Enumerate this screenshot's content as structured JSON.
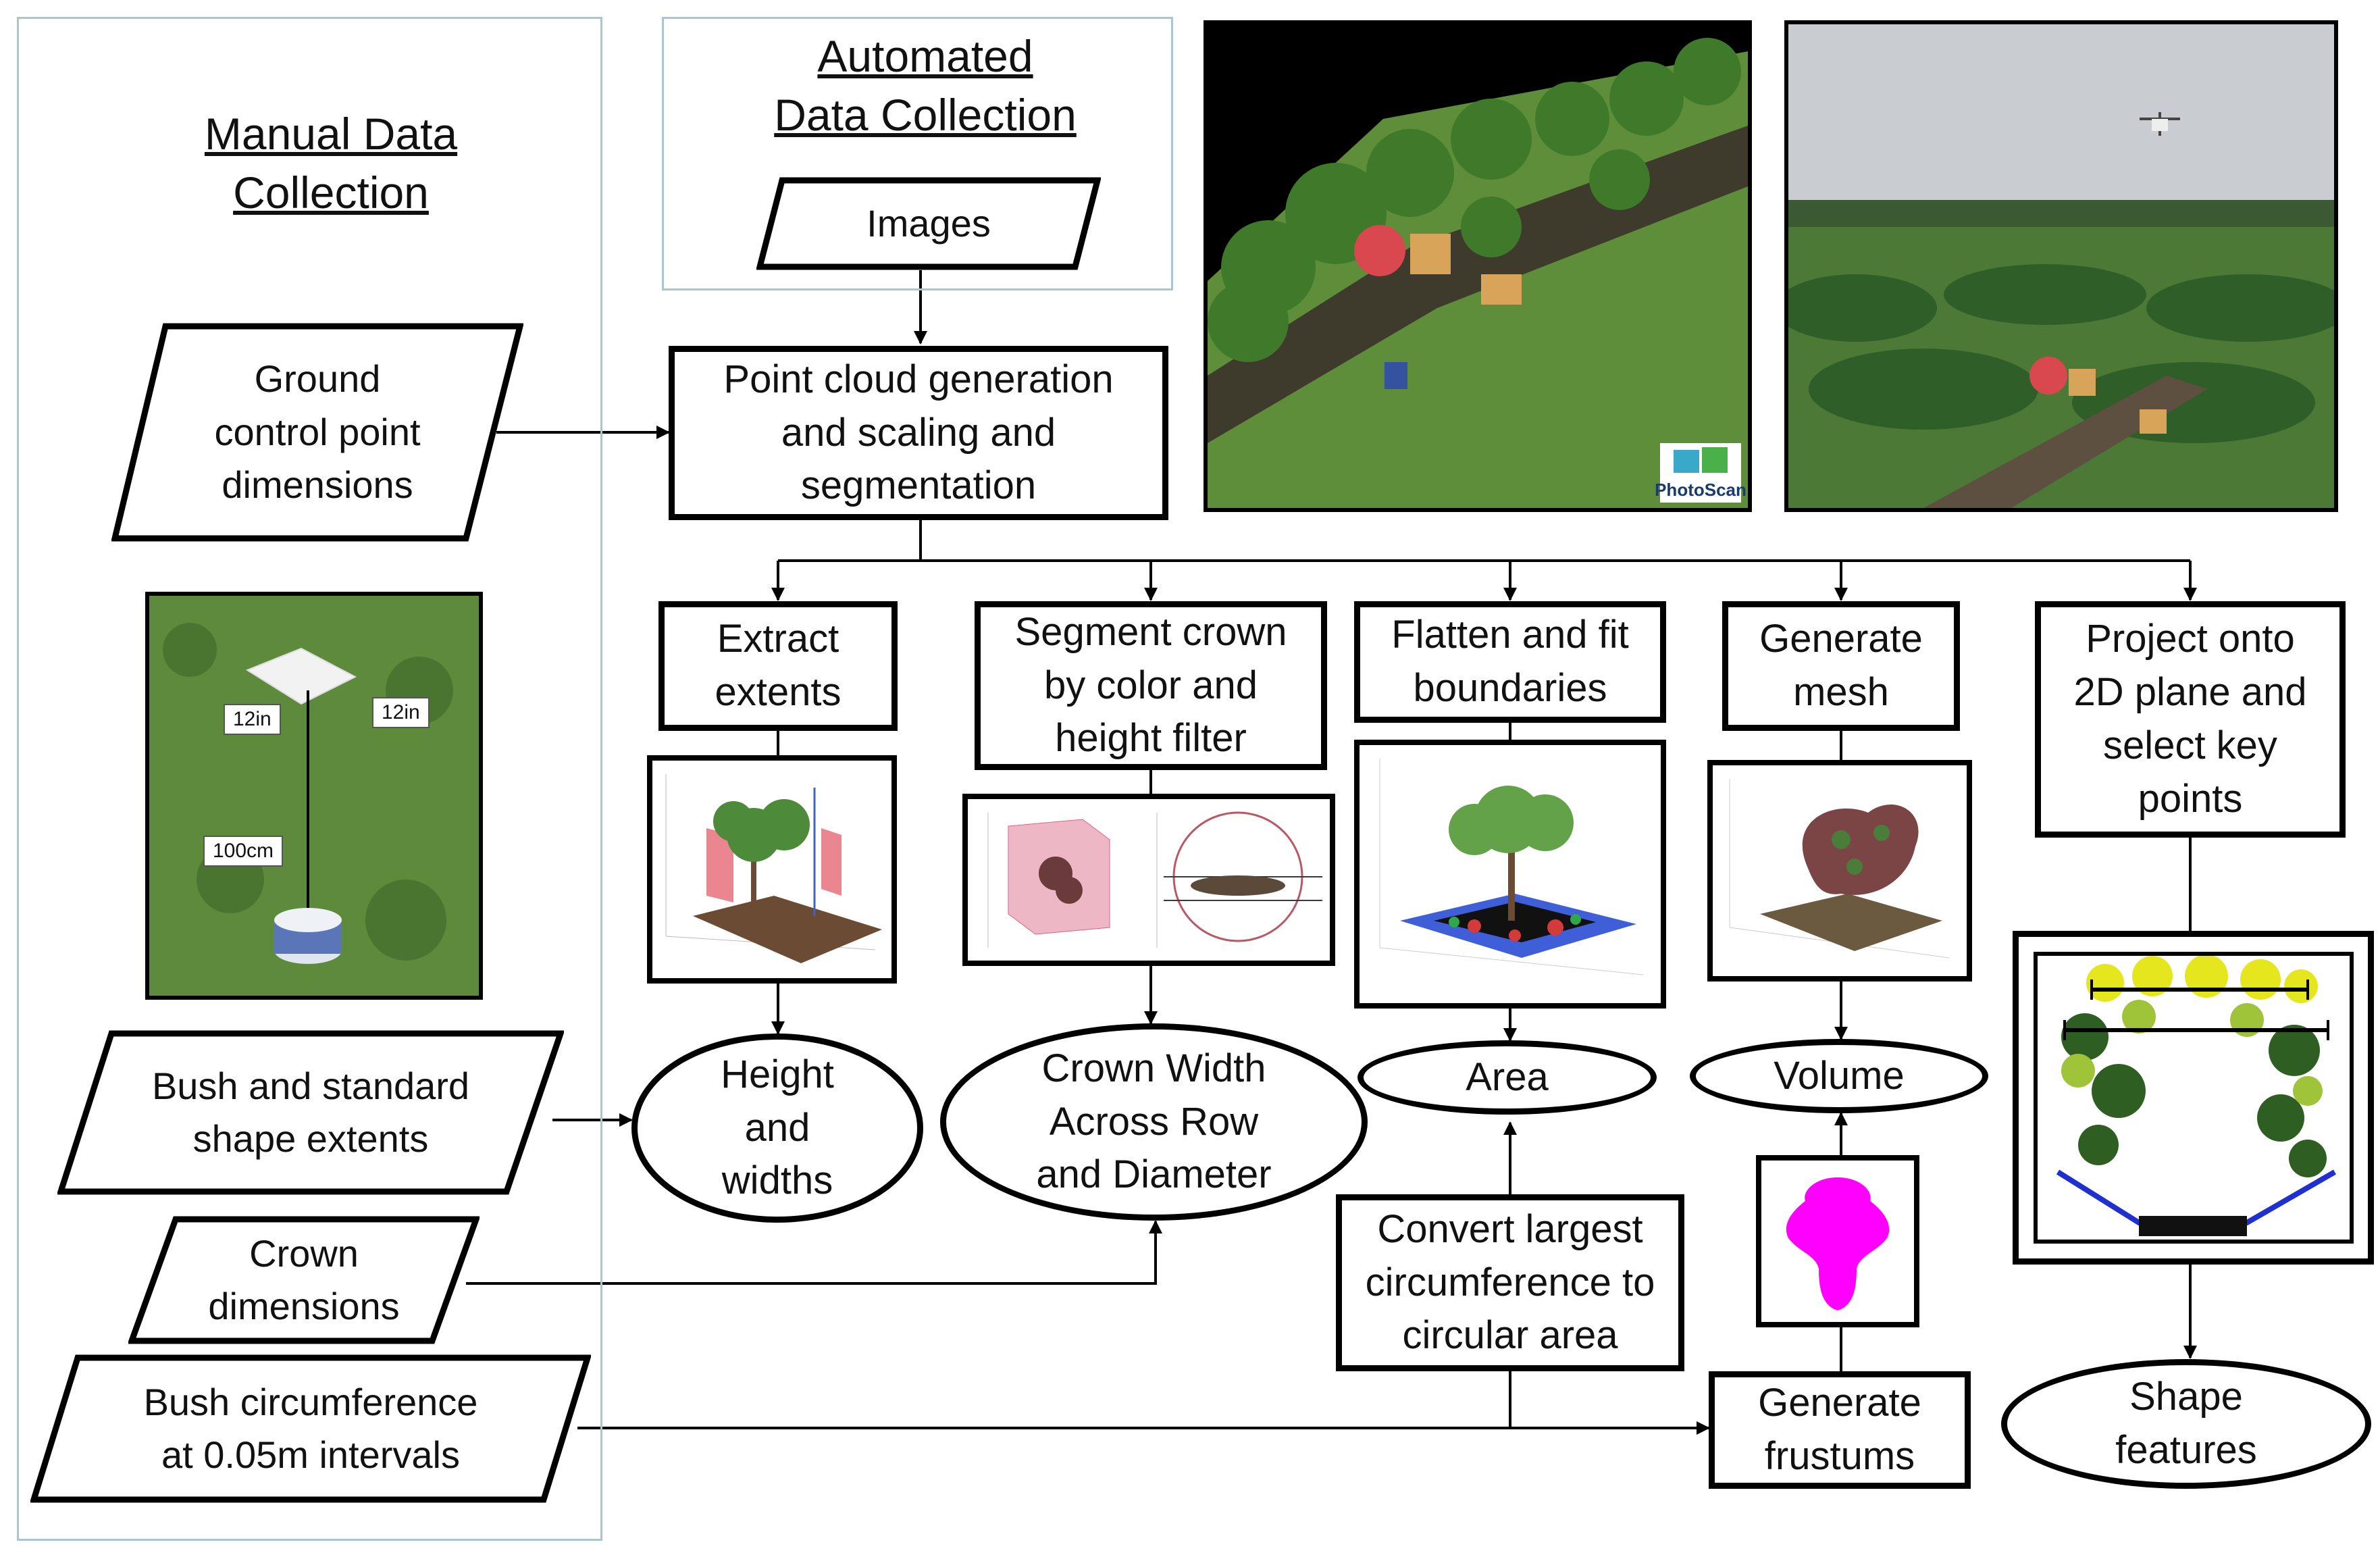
{
  "manual": {
    "header": [
      "Manual Data",
      "Collection"
    ],
    "gcp": [
      "Ground",
      "control point",
      "dimensions"
    ],
    "bush_shape": [
      "Bush and standard",
      "shape extents"
    ],
    "crown_dims": [
      "Crown",
      "dimensions"
    ],
    "circumference": [
      "Bush circumference",
      "at 0.05m intervals"
    ],
    "photo_tags": {
      "left": "12in",
      "right": "12in",
      "height": "100cm"
    }
  },
  "automated": {
    "header": [
      "Automated",
      "Data Collection"
    ],
    "images": "Images",
    "pointcloud": [
      "Point cloud generation",
      "and scaling and",
      "segmentation"
    ],
    "photoscan_logo": "PhotoScan"
  },
  "processes": {
    "extract": [
      "Extract",
      "extents"
    ],
    "segment": [
      "Segment crown",
      "by color and",
      "height filter"
    ],
    "flatten": [
      "Flatten and fit",
      "boundaries"
    ],
    "mesh": [
      "Generate",
      "mesh"
    ],
    "project": [
      "Project onto",
      "2D plane and",
      "select key",
      "points"
    ],
    "convert": [
      "Convert largest",
      "circumference to",
      "circular area"
    ],
    "frustums": [
      "Generate",
      "frustums"
    ]
  },
  "outputs": {
    "height": [
      "Height",
      "and",
      "widths"
    ],
    "crown": [
      "Crown Width",
      "Across Row",
      "and Diameter"
    ],
    "area": "Area",
    "volume": "Volume",
    "shape": [
      "Shape",
      "features"
    ]
  },
  "colors": {
    "panel_border": "#a9c4d4",
    "frustum": "#ff00ff",
    "grass": "#5e8a3c"
  }
}
